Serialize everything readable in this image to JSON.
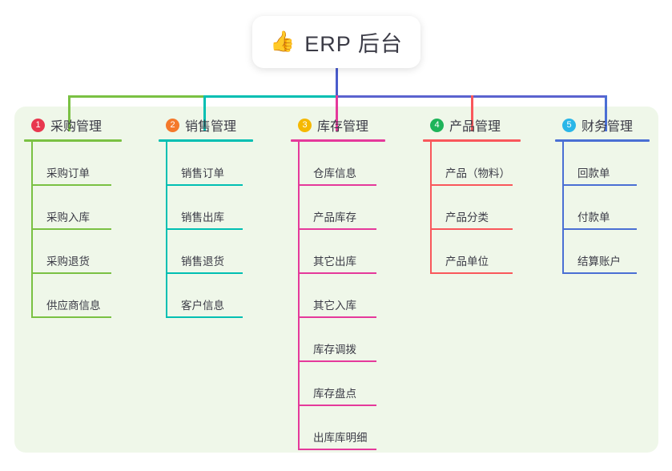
{
  "root": {
    "icon": "thumbs-up-icon",
    "emoji": "👍",
    "title": "ERP 后台"
  },
  "theme": {
    "panel_bg": "#eff7e9",
    "page_bg": "#ffffff",
    "text": "#3b3b46",
    "trunk": "#4a5ccc"
  },
  "connector": {
    "segments": [
      {
        "name": "trunk-vertical",
        "color": "#4a5ccc"
      },
      {
        "name": "bar-green",
        "color": "#7ac143"
      },
      {
        "name": "bar-teal",
        "color": "#00bfb2"
      },
      {
        "name": "bar-purple",
        "color": "#5b63cf"
      }
    ]
  },
  "columns": [
    {
      "index": "1",
      "title": "采购管理",
      "badge_color": "#e8384f",
      "line_color": "#7ac143",
      "drop_color": "#7ac143",
      "items": [
        "采购订单",
        "采购入库",
        "采购退货",
        "供应商信息"
      ]
    },
    {
      "index": "2",
      "title": "销售管理",
      "badge_color": "#f4792b",
      "line_color": "#00bfb2",
      "drop_color": "#00bfb2",
      "items": [
        "销售订单",
        "销售出库",
        "销售退货",
        "客户信息"
      ]
    },
    {
      "index": "3",
      "title": "库存管理",
      "badge_color": "#f5b800",
      "line_color": "#e5399b",
      "drop_color": "#e5399b",
      "items": [
        "仓库信息",
        "产品库存",
        "其它出库",
        "其它入库",
        "库存调拨",
        "库存盘点",
        "出库库明细"
      ]
    },
    {
      "index": "4",
      "title": "产品管理",
      "badge_color": "#1eb45a",
      "line_color": "#f9575b",
      "drop_color": "#f9575b",
      "items": [
        "产品（物料）",
        "产品分类",
        "产品单位"
      ]
    },
    {
      "index": "5",
      "title": "财务管理",
      "badge_color": "#29b6e8",
      "line_color": "#4a6fd4",
      "drop_color": "#4a6fd4",
      "items": [
        "回款单",
        "付款单",
        "结算账户"
      ]
    }
  ]
}
